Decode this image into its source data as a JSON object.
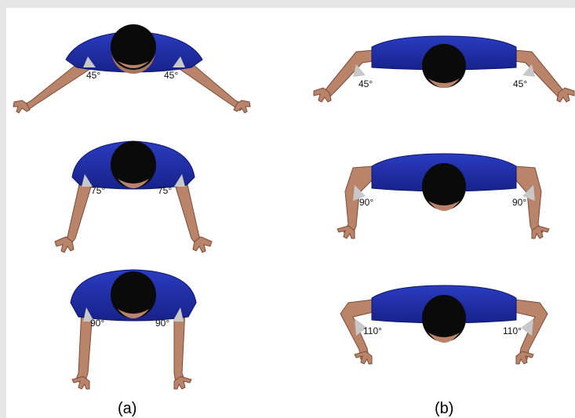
{
  "panels": [
    {
      "id": "a",
      "caption": "(a)",
      "figures": [
        {
          "pose": "arms-wide",
          "angles": [
            "45°",
            "45°"
          ]
        },
        {
          "pose": "arms-mid",
          "angles": [
            "75°",
            "75°"
          ]
        },
        {
          "pose": "arms-tight",
          "angles": [
            "90°",
            "90°"
          ]
        }
      ]
    },
    {
      "id": "b",
      "caption": "(b)",
      "figures": [
        {
          "pose": "elbows-out-45",
          "angles": [
            "45°",
            "45°"
          ]
        },
        {
          "pose": "elbows-out-90",
          "angles": [
            "90°",
            "90°"
          ]
        },
        {
          "pose": "elbows-out-110",
          "angles": [
            "110°",
            "110°"
          ]
        }
      ]
    }
  ],
  "colors": {
    "shirt": "#1f2fa0",
    "shirt_dark": "#141f78",
    "skin": "#b9846a",
    "skin_dark": "#8a5a44",
    "hair": "#0a0a0a",
    "angle_wedge": "#c8c8c8"
  }
}
